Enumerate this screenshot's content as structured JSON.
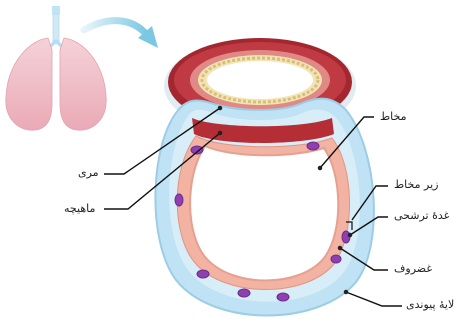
{
  "labels": {
    "mucosa": "مخاط",
    "esophagus": "مری",
    "muscle": "ماهیچه",
    "submucosa": "زیر مخاط",
    "gland": "غدهٔ ترشحی",
    "cartilage": "غضروف",
    "connective": "لایهٔ پیوندی"
  },
  "colors": {
    "lung": "#f2c4cc",
    "trachea_tube": "#a9d8ec",
    "arrow": "#9dd6ea",
    "esophagus_wall": "#b8323c",
    "cartilage": "#bfe2f4",
    "mucosa": "#f4b7a6",
    "gland": "#8e3fb0"
  },
  "icons": {
    "lungs": "lungs-icon",
    "arrow": "curved-arrow-icon"
  }
}
